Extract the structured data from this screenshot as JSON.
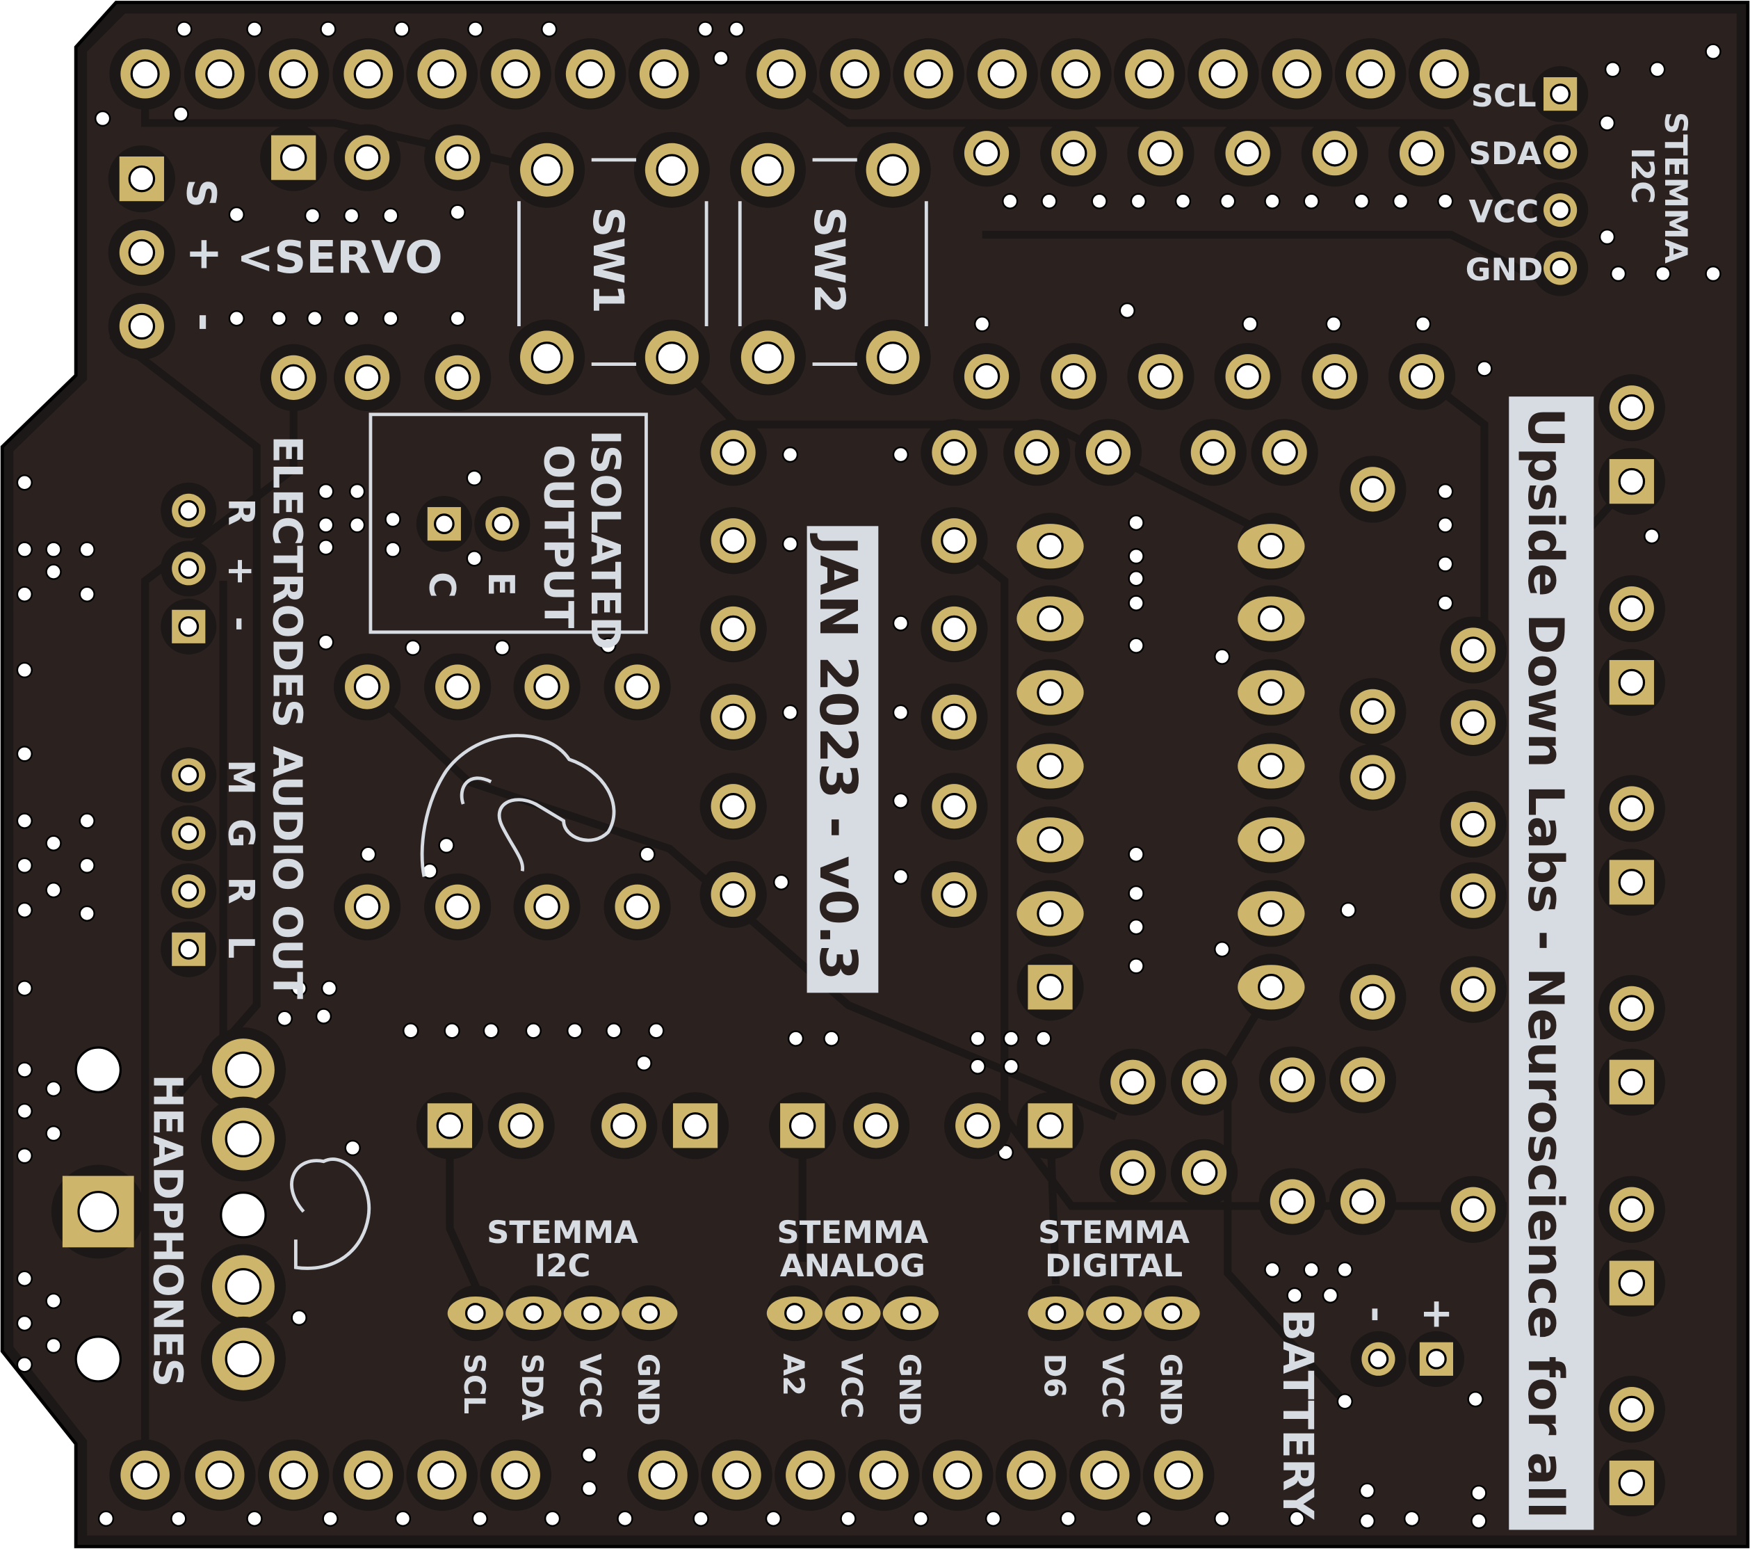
{
  "colors": {
    "board": "#2b2220",
    "trace": "#1c1817",
    "copper": "#cdb56b",
    "silkscreen": "#d7dbe2",
    "hole": "#ffffff"
  },
  "labels": {
    "servo": "<SERVO",
    "servo_s": "S",
    "servo_plus": "+",
    "servo_minus": "-",
    "sw1": "SW1",
    "sw2": "SW2",
    "isolated": "ISOLATED",
    "output": "OUTPUT",
    "iso_e": "E",
    "iso_c": "C",
    "electrodes": "ELECTRODES",
    "electrodes_pins": [
      "R",
      "+",
      "-"
    ],
    "audio_out": "AUDIO OUT",
    "audio_pins": [
      "M",
      "G",
      "R",
      "L"
    ],
    "headphones": "HEADPHONES",
    "date_version": "JAN 2023 - v0.3",
    "brand": "Upside Down Labs - Neuroscience for all",
    "stemma_i2c_top": [
      "STEMMA",
      "I2C"
    ],
    "stemma_i2c_top_pins": [
      "SCL",
      "SDA",
      "VCC",
      "GND"
    ],
    "stemma_i2c": [
      "STEMMA",
      "I2C"
    ],
    "stemma_i2c_pins": [
      "SCL",
      "SDA",
      "VCC",
      "GND"
    ],
    "stemma_analog": [
      "STEMMA",
      "ANALOG"
    ],
    "stemma_analog_pins": [
      "A2",
      "VCC",
      "GND"
    ],
    "stemma_digital": [
      "STEMMA",
      "DIGITAL"
    ],
    "stemma_digital_pins": [
      "D6",
      "VCC",
      "GND"
    ],
    "battery": "BATTERY",
    "battery_pins": [
      "-",
      "+"
    ]
  }
}
